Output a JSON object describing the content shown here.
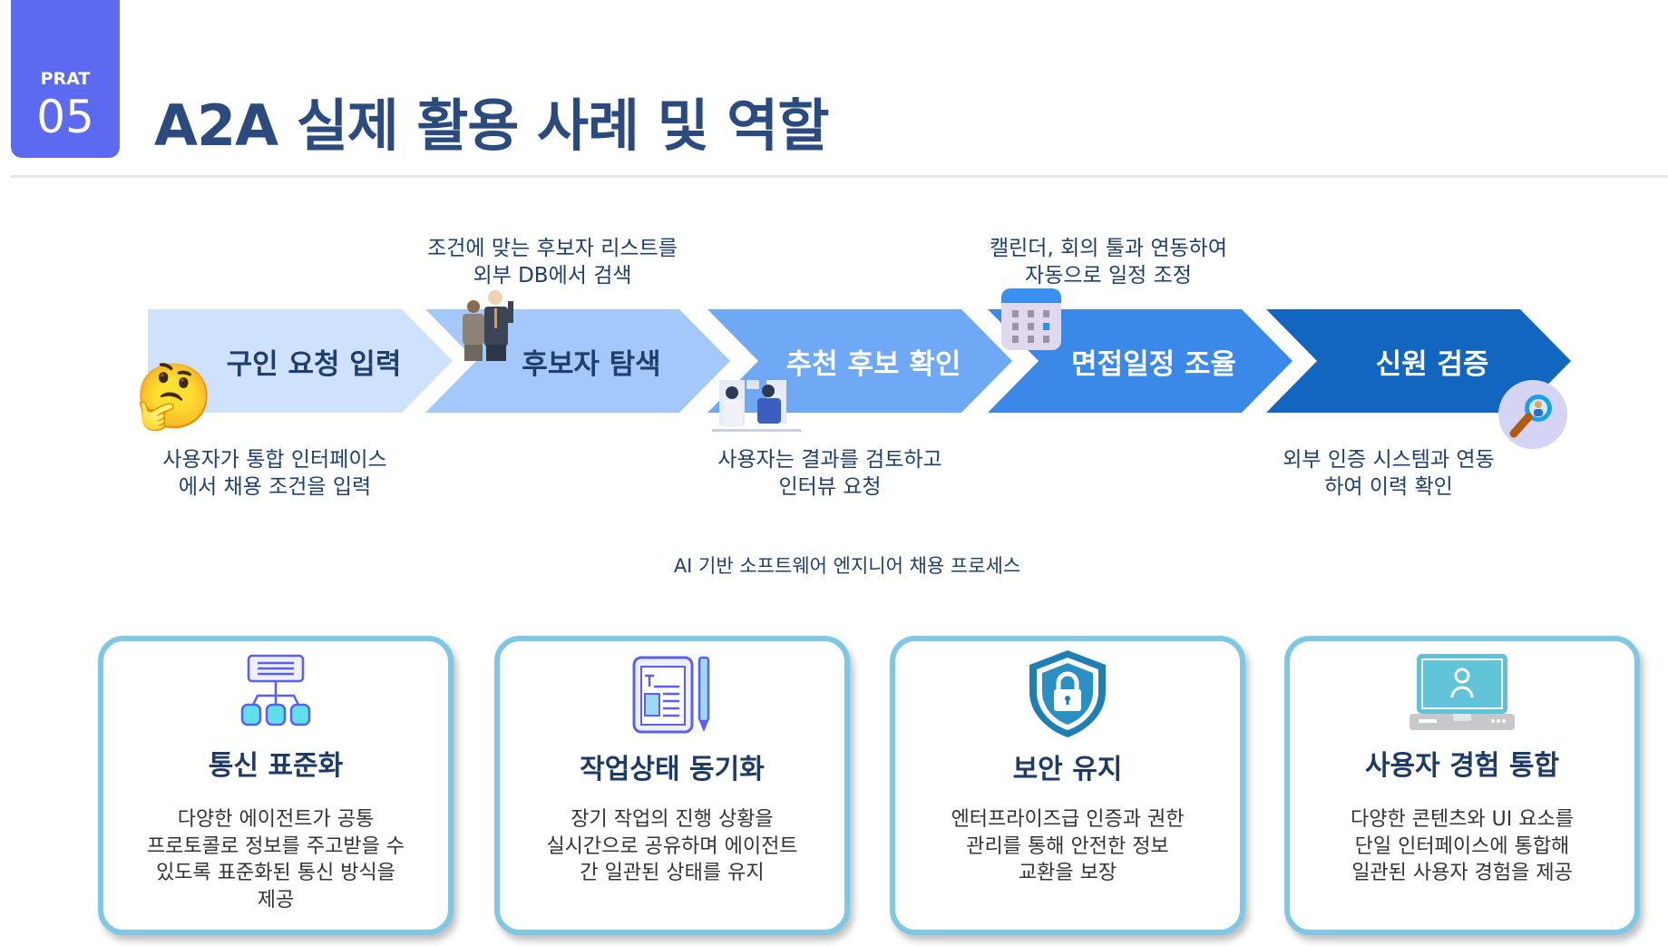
{
  "header": {
    "badge_label": "PRAT",
    "badge_number": "05",
    "title": "A2A 실제 활용 사례 및 역할"
  },
  "process": {
    "steps": [
      {
        "label": "구인 요청 입력",
        "color": "#cfe2fd",
        "text_color": "#1f3f6e",
        "icon": "thinking-face-icon"
      },
      {
        "label": "후보자 탐색",
        "color": "#a5c8fb",
        "text_color": "#1f3f6e",
        "icon": "business-people-icon"
      },
      {
        "label": "추천 후보 확인",
        "color": "#6fa8f5",
        "text_color": "#ffffff",
        "icon": "meeting-illustration-icon"
      },
      {
        "label": "면접일정 조율",
        "color": "#3a88e8",
        "text_color": "#ffffff",
        "icon": "calendar-icon"
      },
      {
        "label": "신원 검증",
        "color": "#1166c0",
        "text_color": "#ffffff",
        "icon": "magnifier-person-icon"
      }
    ],
    "top_captions": [
      {
        "line1": "조건에 맞는 후보자 리스트를",
        "line2": "외부 DB에서 검색"
      },
      {
        "line1": "캘린더, 회의 툴과 연동하여",
        "line2": "자동으로 일정 조정"
      }
    ],
    "bottom_captions": [
      {
        "line1": "사용자가 통합 인터페이스",
        "line2": "에서 채용 조건을 입력"
      },
      {
        "line1": "사용자는 결과를 검토하고",
        "line2": "인터뷰 요청"
      },
      {
        "line1": "외부 인증 시스템과 연동",
        "line2": "하여 이력 확인"
      }
    ],
    "subtitle": "AI 기반 소프트웨어 엔지니어 채용 프로세스"
  },
  "cards": [
    {
      "title": "통신 표준화",
      "lines": [
        "다양한 에이전트가 공통",
        "프로토콜로 정보를 주고받을 수",
        "있도록 표준화된 통신 방식을",
        "제공"
      ],
      "icon": "network-hierarchy-icon"
    },
    {
      "title": "작업상태 동기화",
      "lines": [
        "장기 작업의 진행 상황을",
        "실시간으로 공유하며 에이전트",
        "간 일관된 상태를 유지"
      ],
      "icon": "document-pencil-icon"
    },
    {
      "title": "보안 유지",
      "lines": [
        "엔터프라이즈급 인증과 권한",
        "관리를 통해 안전한 정보",
        "교환을 보장"
      ],
      "icon": "shield-lock-icon"
    },
    {
      "title": "사용자 경험 통합",
      "lines": [
        "다양한 콘텐츠와 UI 요소를",
        "단일 인터페이스에 통합해",
        "일관된 사용자 경험을 제공"
      ],
      "icon": "laptop-user-icon"
    }
  ]
}
